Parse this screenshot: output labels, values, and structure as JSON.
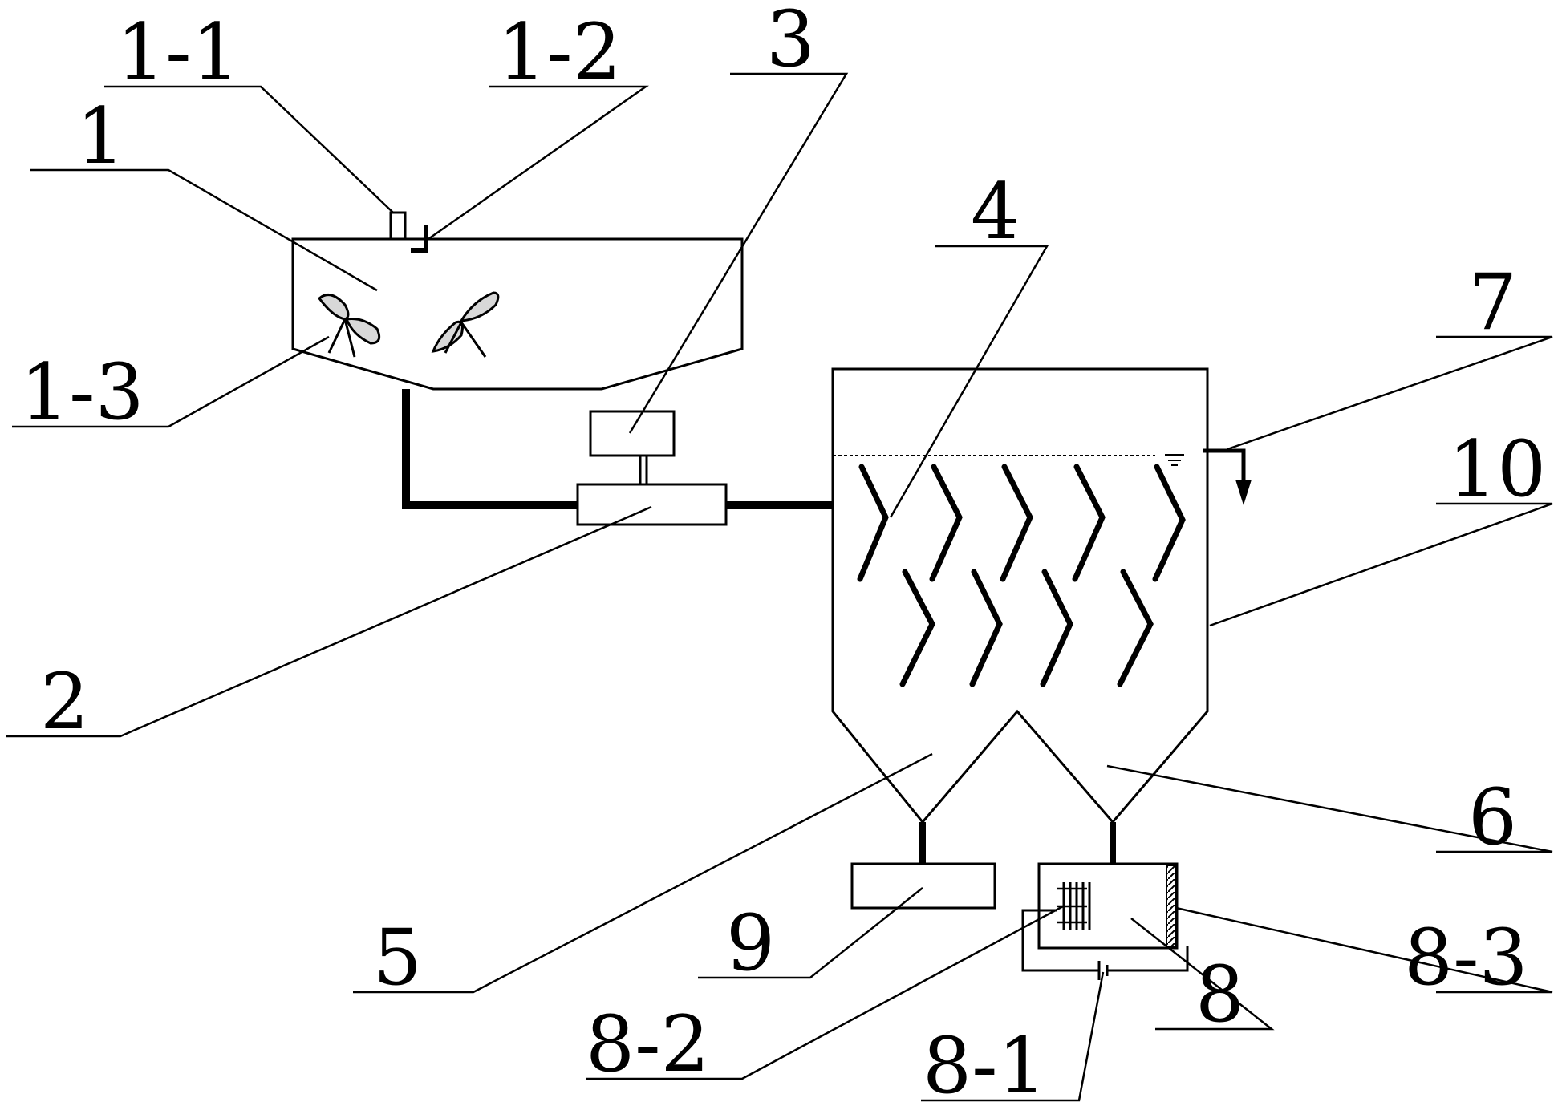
{
  "labels": {
    "l1_1": "1-1",
    "l1_2": "1-2",
    "l1": "1",
    "l1_3": "1-3",
    "l3": "3",
    "l4": "4",
    "l7": "7",
    "l10": "10",
    "l2": "2",
    "l6": "6",
    "l5": "5",
    "l9": "9",
    "l8_3": "8-3",
    "l8_2": "8-2",
    "l8": "8",
    "l8_1": "8-1"
  }
}
